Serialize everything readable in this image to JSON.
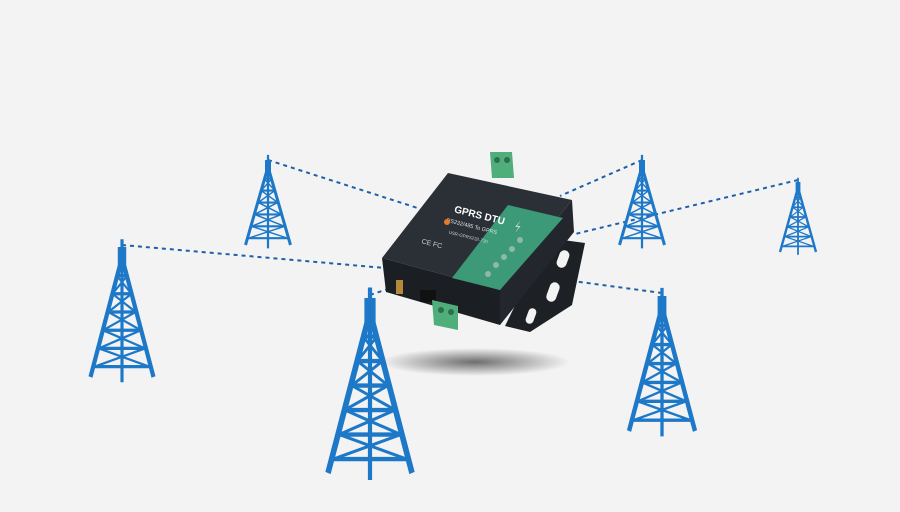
{
  "device": {
    "title": "GPRS DTU",
    "subtitle": "RS232/485 To GPRS",
    "model": "USR-GPRS232-730",
    "marks": "CE FC"
  },
  "colors": {
    "background": "#f3f3f3",
    "tower": "#1e78c8",
    "link": "#1f5fa8",
    "device_body": "#2b2f36",
    "device_panel": "#3c9a78",
    "terminal": "#4fae7a"
  }
}
